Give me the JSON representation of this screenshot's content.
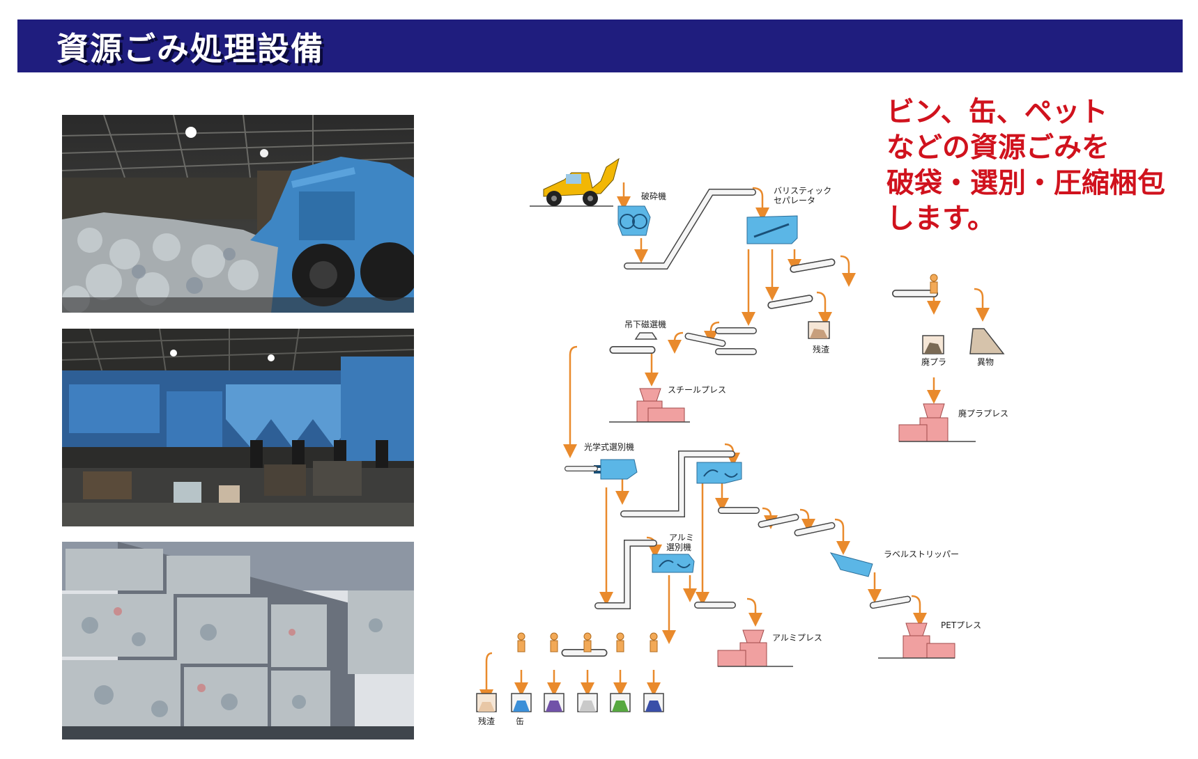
{
  "header": {
    "title": "資源ごみ処理設備"
  },
  "headline": {
    "lines": [
      "ビン、缶、ペット",
      "などの資源ごみを",
      "破袋・選別・圧縮梱包",
      "します。"
    ]
  },
  "photos": [
    {
      "name": "loader-in-waste-pit"
    },
    {
      "name": "sorting-plant-interior"
    },
    {
      "name": "compressed-bales-stacked"
    }
  ],
  "diagram": {
    "labels": {
      "crusher": "破砕機",
      "ballistic_1": "バリスティック",
      "ballistic_2": "セパレータ",
      "magnet": "吊下磁選機",
      "residue": "残渣",
      "waste_plastic": "廃プラ",
      "foreign": "異物",
      "steel_press": "スチールプレス",
      "plastic_press": "廃プラプレス",
      "optical": "光学式選別機",
      "aluminum_1": "アルミ",
      "aluminum_2": "選別機",
      "label_stripper": "ラベルストリッパー",
      "aluminum_press": "アルミプレス",
      "pet_press": "PETプレス",
      "bottom_residue": "残渣",
      "bottom_can": "缶"
    }
  },
  "colors": {
    "header_bg": "#1f1d7e",
    "headline": "#d0121d",
    "arrow": "#e98a2c",
    "machine_blue": "#5bb6e6",
    "press_pink": "#f0a0a0",
    "loader_yellow": "#f2b705"
  }
}
